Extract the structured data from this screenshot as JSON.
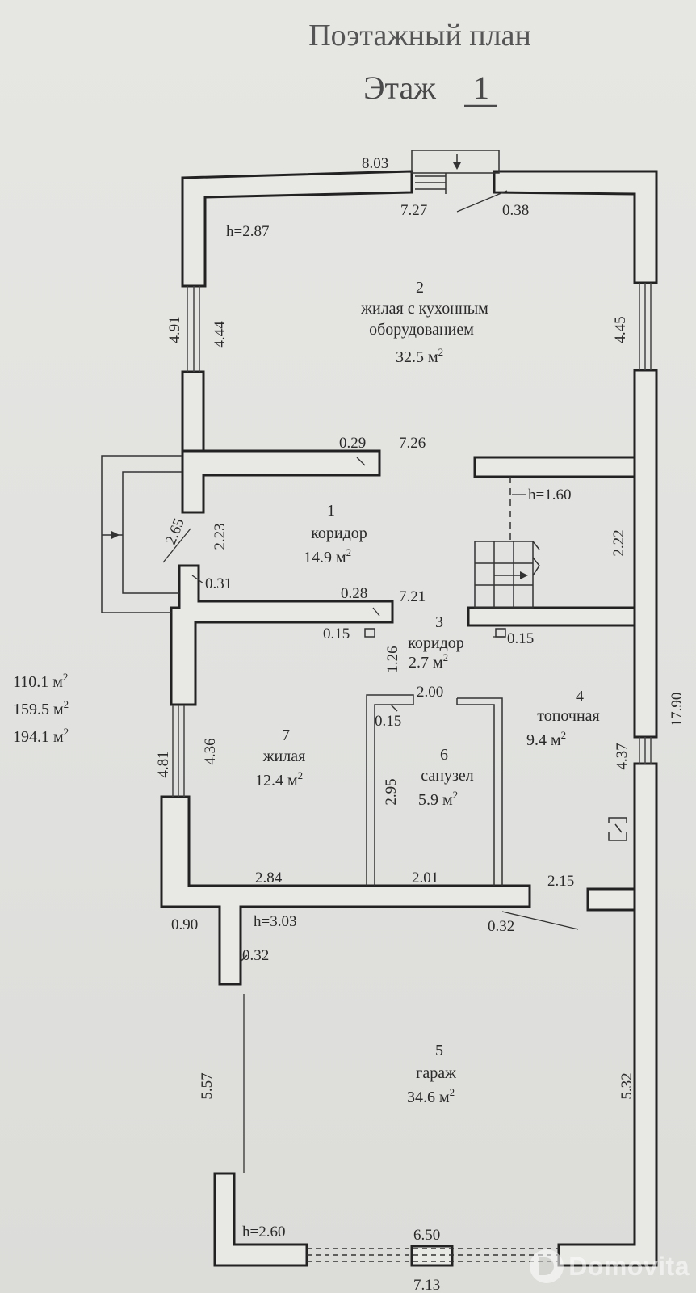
{
  "title": "Поэтажный план",
  "floor_label": "Этаж",
  "floor_number": "1",
  "rooms": [
    {
      "number": "1",
      "name": "коридор",
      "area": "14.9 м"
    },
    {
      "number": "2",
      "name_line1": "жилая с кухонным",
      "name_line2": "оборудованием",
      "area": "32.5 м"
    },
    {
      "number": "3",
      "name": "коридор",
      "area": "2.7  м"
    },
    {
      "number": "4",
      "name": "топочная",
      "area": "9.4  м"
    },
    {
      "number": "5",
      "name": "гараж",
      "area": "34.6 м"
    },
    {
      "number": "6",
      "name": "санузел",
      "area": "5.9  м"
    },
    {
      "number": "7",
      "name": "жилая",
      "area": "12.4 м"
    }
  ],
  "area_superscript": "2",
  "heights": {
    "upper": "h=2.87",
    "stair": "h=1.60",
    "garage_door": "h=3.03",
    "bottom": "h=2.60"
  },
  "dimensions": {
    "top_overall": "8.03",
    "top_inner": "7.27",
    "top_door": "0.38",
    "left_outer_top": "4.91",
    "left_inner_top": "4.44",
    "right_inner_top": "4.45",
    "partition_thickness_1": "0.29",
    "partition_length_1": "7.26",
    "stair_wall": "2.22",
    "vestibule_depth": "2.65",
    "corridor_height": "2.23",
    "wall_031": "0.31",
    "partition_thickness_2": "0.28",
    "partition_length_2": "7.21",
    "small_015_left": "0.15",
    "small_015_right": "0.15",
    "corridor3_depth": "1.26",
    "bath_width": "2.00",
    "bath_wall": "0.15",
    "overall_length": "17.90",
    "left_outer_mid": "4.81",
    "left_inner_mid": "4.36",
    "right_mid": "4.37",
    "bath_depth": "2.95",
    "room7_width": "2.84",
    "bath_bottom": "2.01",
    "boiler_width": "2.15",
    "wall_090": "0.90",
    "wall_032_right": "0.32",
    "wall_032_left": "0.32",
    "garage_left": "5.57",
    "garage_right": "5.32",
    "gate_width": "6.50",
    "bottom_overall": "7.13"
  },
  "totals": {
    "line1": "110.1 м",
    "line2": "159.5 м",
    "line3": "194.1 м"
  },
  "watermark": "Domovita"
}
